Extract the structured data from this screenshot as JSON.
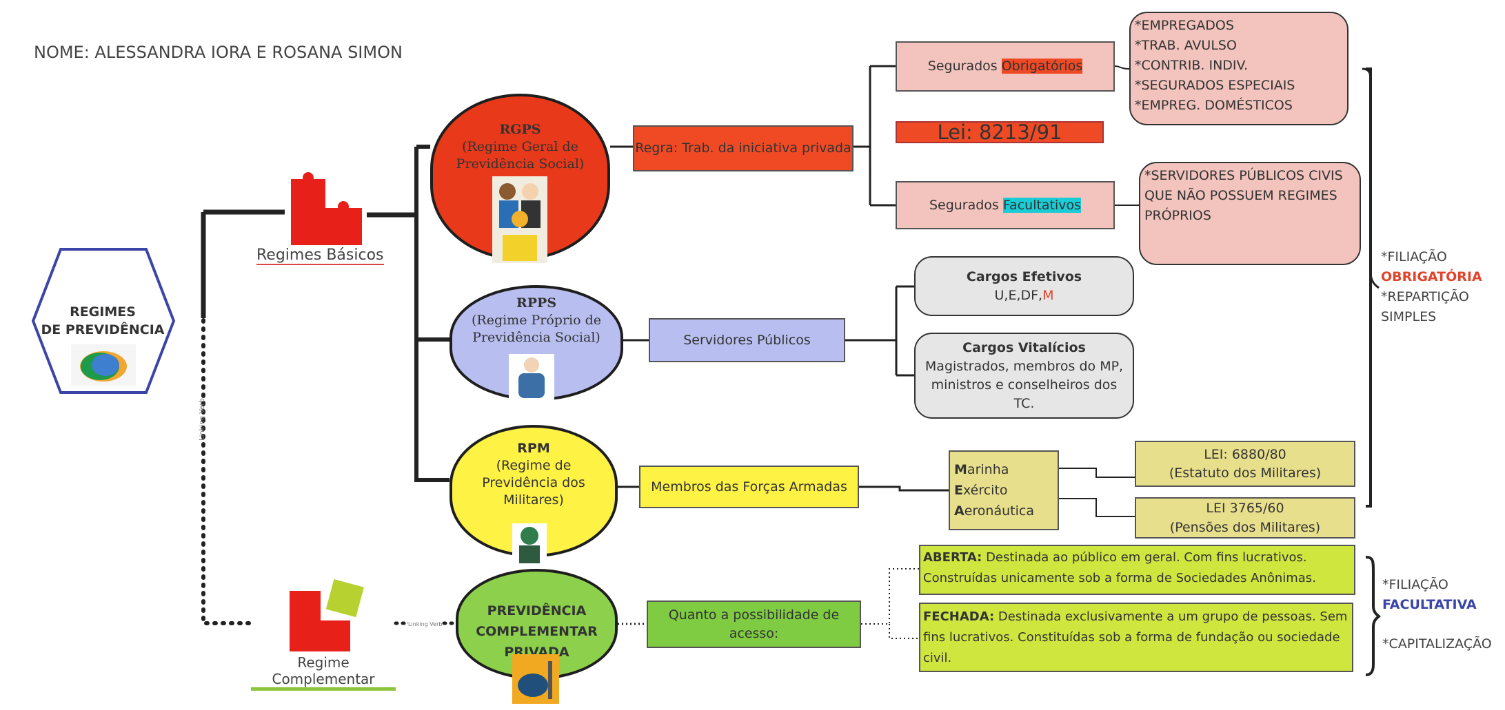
{
  "title": "NOME: ALESSANDRA IORA E ROSANA SIMON",
  "root": {
    "line1": "REGIMES",
    "line2": "DE PREVIDÊNCIA",
    "logo_icon": "inss-logo",
    "border_color": "#3b45a8"
  },
  "linking_label": "Linking Verb",
  "regimes_basicos": {
    "label": "Regimes Básicos",
    "icon": "puzzle-icon"
  },
  "regime_complementar": {
    "label": "Regime Complementar",
    "icon": "puzzle-icon"
  },
  "rgps": {
    "title": "RGPS",
    "subtitle": "(Regime Geral de Previdência Social)",
    "color": "#e8391a",
    "rule": "Regra: Trab. da iniciativa privada",
    "obrigatorios": {
      "prefix": "Segurados ",
      "highlight": "Obrigatórios",
      "items": [
        "*EMPREGADOS",
        "*TRAB. AVULSO",
        "*CONTRIB. INDIV.",
        "*SEGURADOS ESPECIAIS",
        "*EMPREG. DOMÉSTICOS"
      ]
    },
    "lei": "Lei: 8213/91",
    "facultativos": {
      "prefix": "Segurados ",
      "highlight": "Facultativos",
      "description": "*SERVIDORES PÚBLICOS CIVIS QUE NÃO POSSUEM REGIMES PRÓPRIOS"
    }
  },
  "rpps": {
    "title": "RPPS",
    "subtitle": "(Regime Próprio de Previdência Social)",
    "color": "#b8bff0",
    "rule": "Servidores Públicos",
    "efetivos": {
      "title": "Cargos Efetivos",
      "text": "U,E,DF,",
      "highlight": "M"
    },
    "vitalicios": {
      "title": "Cargos Vitalícios",
      "text": "Magistrados, membros do MP, ministros e conselheiros dos TC."
    }
  },
  "rpm": {
    "title": "RPM",
    "subtitle": "(Regime de Previdência dos Militares)",
    "color": "#fef245",
    "rule": "Membros das Forças Armadas",
    "forces": [
      {
        "initial": "M",
        "rest": "arinha"
      },
      {
        "initial": "E",
        "rest": "xército"
      },
      {
        "initial": "A",
        "rest": "eronáutica"
      }
    ],
    "lei1": {
      "line1": "LEI: 6880/80",
      "line2": "(Estatuto dos Militares)"
    },
    "lei2": {
      "line1": "LEI 3765/60",
      "line2": "(Pensões dos Militares)"
    }
  },
  "complementar": {
    "title": "PREVIDÊNCIA COMPLEMENTAR PRIVADA",
    "color": "#8cd04b",
    "rule": "Quanto a possibilidade de acesso:",
    "aberta": {
      "label": "ABERTA:",
      "text": " Destinada ao público em geral. Com fins lucrativos. Construídas unicamente sob a forma de Sociedades Anônimas."
    },
    "fechada": {
      "label": "FECHADA:",
      "text": " Destinada exclusivamente a um grupo de pessoas. Sem fins lucrativos. Constituídas sob a forma de fundação ou sociedade civil."
    }
  },
  "side_obrigatoria": {
    "line1": "*FILIAÇÃO",
    "line2": "OBRIGATÓRIA",
    "line3": "*REPARTIÇÃO",
    "line4": "SIMPLES",
    "accent": "#e0452a"
  },
  "side_facultativa": {
    "line1": "*FILIAÇÃO",
    "line2": "FACULTATIVA",
    "line3": "*CAPITALIZAÇÃO",
    "accent": "#3b45a8"
  }
}
